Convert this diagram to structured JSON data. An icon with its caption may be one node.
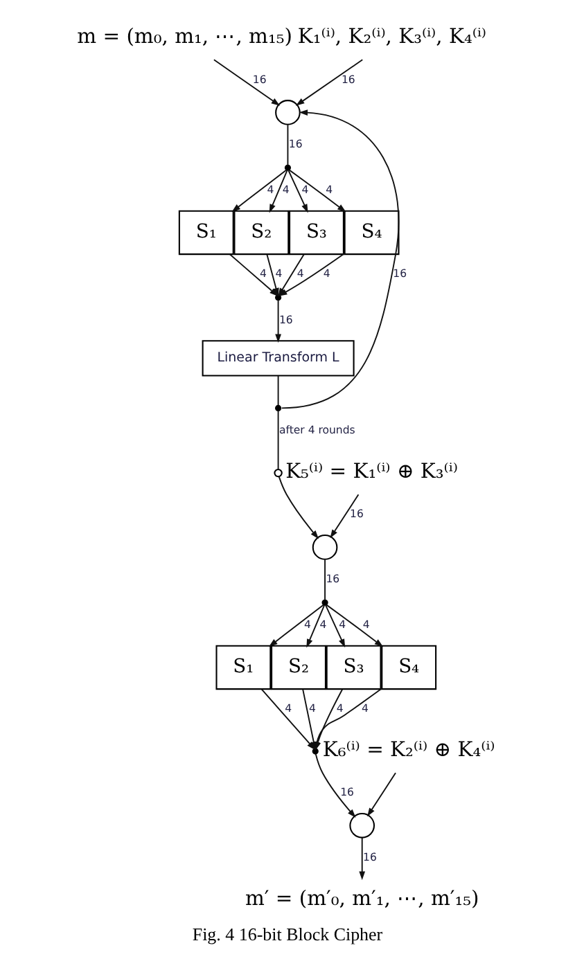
{
  "diagram": {
    "caption": "Fig. 4 16-bit Block Cipher",
    "nodes": [
      {
        "text": [
          "m = (m₀, m₁, ⋯, m₁₅)"
        ]
      },
      {
        "text": [],
        "shape": "circle"
      },
      {
        "text": [
          "K₁⁽ⁱ⁾, K₂⁽ⁱ⁾, K₃⁽ⁱ⁾, K₄⁽ⁱ⁾"
        ]
      },
      {
        "text": [],
        "shape": "dot"
      },
      {
        "text": [
          "S₁"
        ]
      },
      {
        "text": [
          "S₂"
        ]
      },
      {
        "text": [
          "S₃"
        ]
      },
      {
        "text": [
          "S₄"
        ]
      },
      {
        "text": [],
        "shape": "dot"
      },
      {
        "text": [
          "Linear Transform L"
        ]
      },
      {
        "text": [],
        "shape": "dot"
      },
      {
        "text": [],
        "shape": "circle"
      },
      {
        "text": [],
        "shape": "circle"
      },
      {
        "text": [
          "K₅⁽ⁱ⁾ = K₁⁽ⁱ⁾ ⊕ K₃⁽ⁱ⁾"
        ]
      },
      {
        "text": [],
        "shape": "dot"
      },
      {
        "text": [
          "S₁"
        ]
      },
      {
        "text": [
          "S₂"
        ]
      },
      {
        "text": [
          "S₃"
        ]
      },
      {
        "text": [
          "S₄"
        ]
      },
      {
        "text": [],
        "shape": "dot"
      },
      {
        "text": [],
        "shape": "circle"
      },
      {
        "text": [
          "K₆⁽ⁱ⁾ = K₂⁽ⁱ⁾ ⊕ K₄⁽ⁱ⁾"
        ]
      },
      {
        "text": [
          "m′ = (m′₀, m′₁, ⋯, m′₁₅)"
        ]
      }
    ],
    "edges": [
      {
        "from": 0,
        "to": 1,
        "arrow": "to",
        "label": "16"
      },
      {
        "from": 2,
        "to": 1,
        "arrow": "to",
        "label": "16"
      },
      {
        "from": 1,
        "to": 3,
        "arrow": "none",
        "label": "16"
      },
      {
        "from": 3,
        "to": 4,
        "arrow": "to",
        "label": "4"
      },
      {
        "from": 3,
        "to": 5,
        "arrow": "to",
        "label": "4"
      },
      {
        "from": 3,
        "to": 6,
        "arrow": "to",
        "label": "4"
      },
      {
        "from": 3,
        "to": 7,
        "arrow": "to",
        "label": "4"
      },
      {
        "from": 4,
        "to": 8,
        "arrow": "to",
        "label": "4"
      },
      {
        "from": 5,
        "to": 8,
        "arrow": "to",
        "label": "4"
      },
      {
        "from": 6,
        "to": 8,
        "arrow": "to",
        "label": "4"
      },
      {
        "from": 7,
        "to": 8,
        "arrow": "to",
        "label": "4"
      },
      {
        "from": 8,
        "to": 9,
        "arrow": "to",
        "label": "16"
      },
      {
        "from": 9,
        "to": 10,
        "arrow": "none"
      },
      {
        "from": 10,
        "to": 1,
        "arrow": "to",
        "label": "16"
      },
      {
        "from": 10,
        "to": 11,
        "arrow": "none",
        "label": "after 4 rounds"
      },
      {
        "from": 11,
        "to": 12,
        "arrow": "to"
      },
      {
        "from": 13,
        "to": 12,
        "arrow": "to",
        "label": "16"
      },
      {
        "from": 12,
        "to": 14,
        "arrow": "none",
        "label": "16"
      },
      {
        "from": 14,
        "to": 15,
        "arrow": "to",
        "label": "4"
      },
      {
        "from": 14,
        "to": 16,
        "arrow": "to",
        "label": "4"
      },
      {
        "from": 14,
        "to": 17,
        "arrow": "to",
        "label": "4"
      },
      {
        "from": 14,
        "to": 18,
        "arrow": "to",
        "label": "4"
      },
      {
        "from": 15,
        "to": 19,
        "arrow": "to",
        "label": "4"
      },
      {
        "from": 16,
        "to": 19,
        "arrow": "to",
        "label": "4"
      },
      {
        "from": 17,
        "to": 19,
        "arrow": "to",
        "label": "4"
      },
      {
        "from": 18,
        "to": 19,
        "arrow": "to",
        "label": "4"
      },
      {
        "from": 19,
        "to": 20,
        "arrow": "to",
        "label": "16"
      },
      {
        "from": 21,
        "to": 20,
        "arrow": "to"
      },
      {
        "from": 20,
        "to": 22,
        "arrow": "to",
        "label": "16"
      }
    ]
  }
}
